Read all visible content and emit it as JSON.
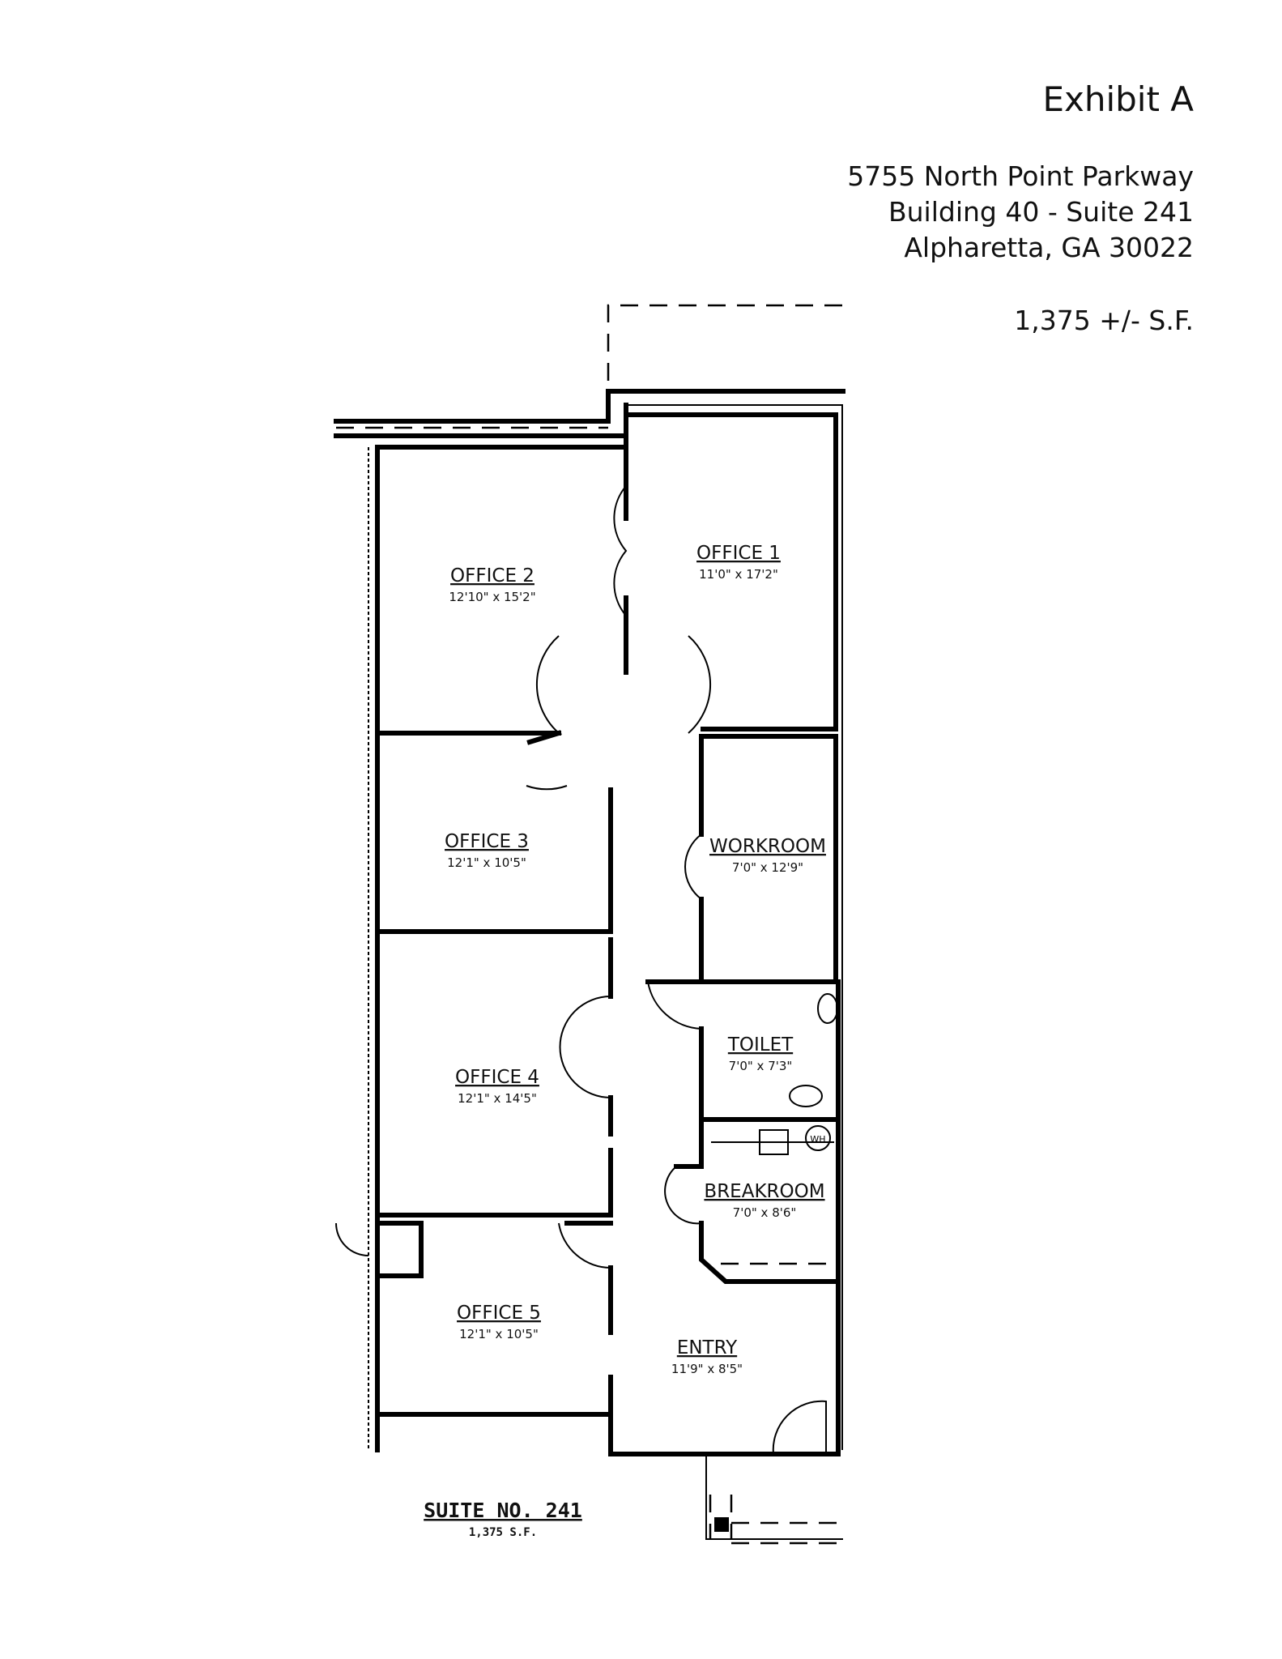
{
  "header": {
    "title": "Exhibit A",
    "address_line1": "5755 North Point Parkway",
    "address_line2": "Building 40 - Suite 241",
    "address_line3": "Alpharetta, GA 30022",
    "area": "1,375 +/- S.F."
  },
  "rooms": [
    {
      "name": "OFFICE 1",
      "dims": "11'0\" x 17'2\""
    },
    {
      "name": "OFFICE 2",
      "dims": "12'10\" x 15'2\""
    },
    {
      "name": "OFFICE 3",
      "dims": "12'1\" x 10'5\""
    },
    {
      "name": "WORKROOM",
      "dims": "7'0\" x 12'9\""
    },
    {
      "name": "OFFICE 4",
      "dims": "12'1\" x 14'5\""
    },
    {
      "name": "TOILET",
      "dims": "7'0\" x 7'3\""
    },
    {
      "name": "BREAKROOM",
      "dims": "7'0\" x 8'6\""
    },
    {
      "name": "OFFICE 5",
      "dims": "12'1\" x 10'5\""
    },
    {
      "name": "ENTRY",
      "dims": "11'9\" x 8'5\""
    }
  ],
  "suite": {
    "label": "SUITE NO. 241",
    "area": "1,375 S.F."
  },
  "fixtures": {
    "water_heater": "WH"
  }
}
